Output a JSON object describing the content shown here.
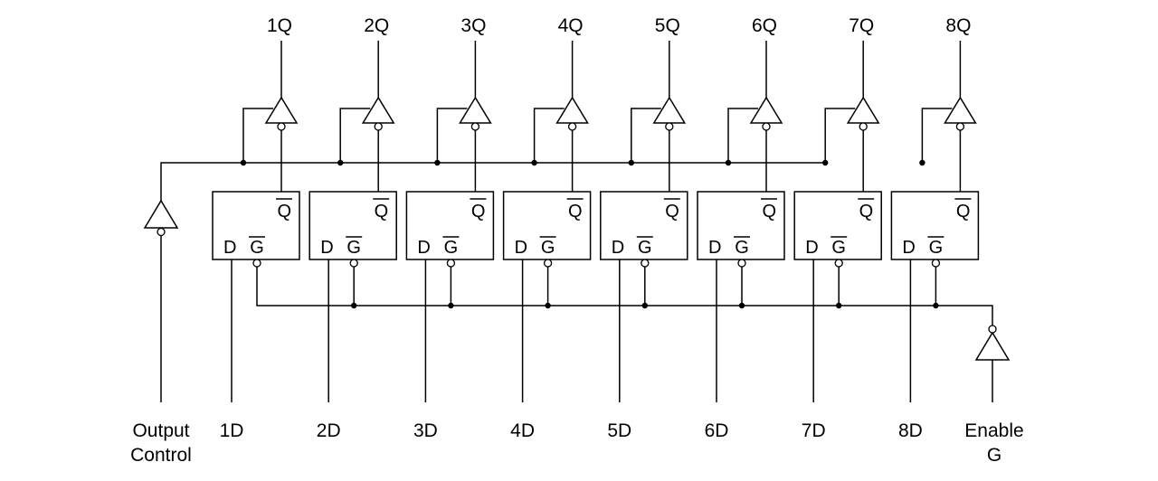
{
  "diagram": {
    "outputs": [
      "1Q",
      "2Q",
      "3Q",
      "4Q",
      "5Q",
      "6Q",
      "7Q",
      "8Q"
    ],
    "inputs": [
      "1D",
      "2D",
      "3D",
      "4D",
      "5D",
      "6D",
      "7D",
      "8D"
    ],
    "output_control": {
      "line1": "Output",
      "line2": "Control"
    },
    "enable": {
      "line1": "Enable",
      "line2": "G"
    },
    "latch_pins": {
      "q": "Q",
      "d": "D",
      "g": "G"
    }
  }
}
